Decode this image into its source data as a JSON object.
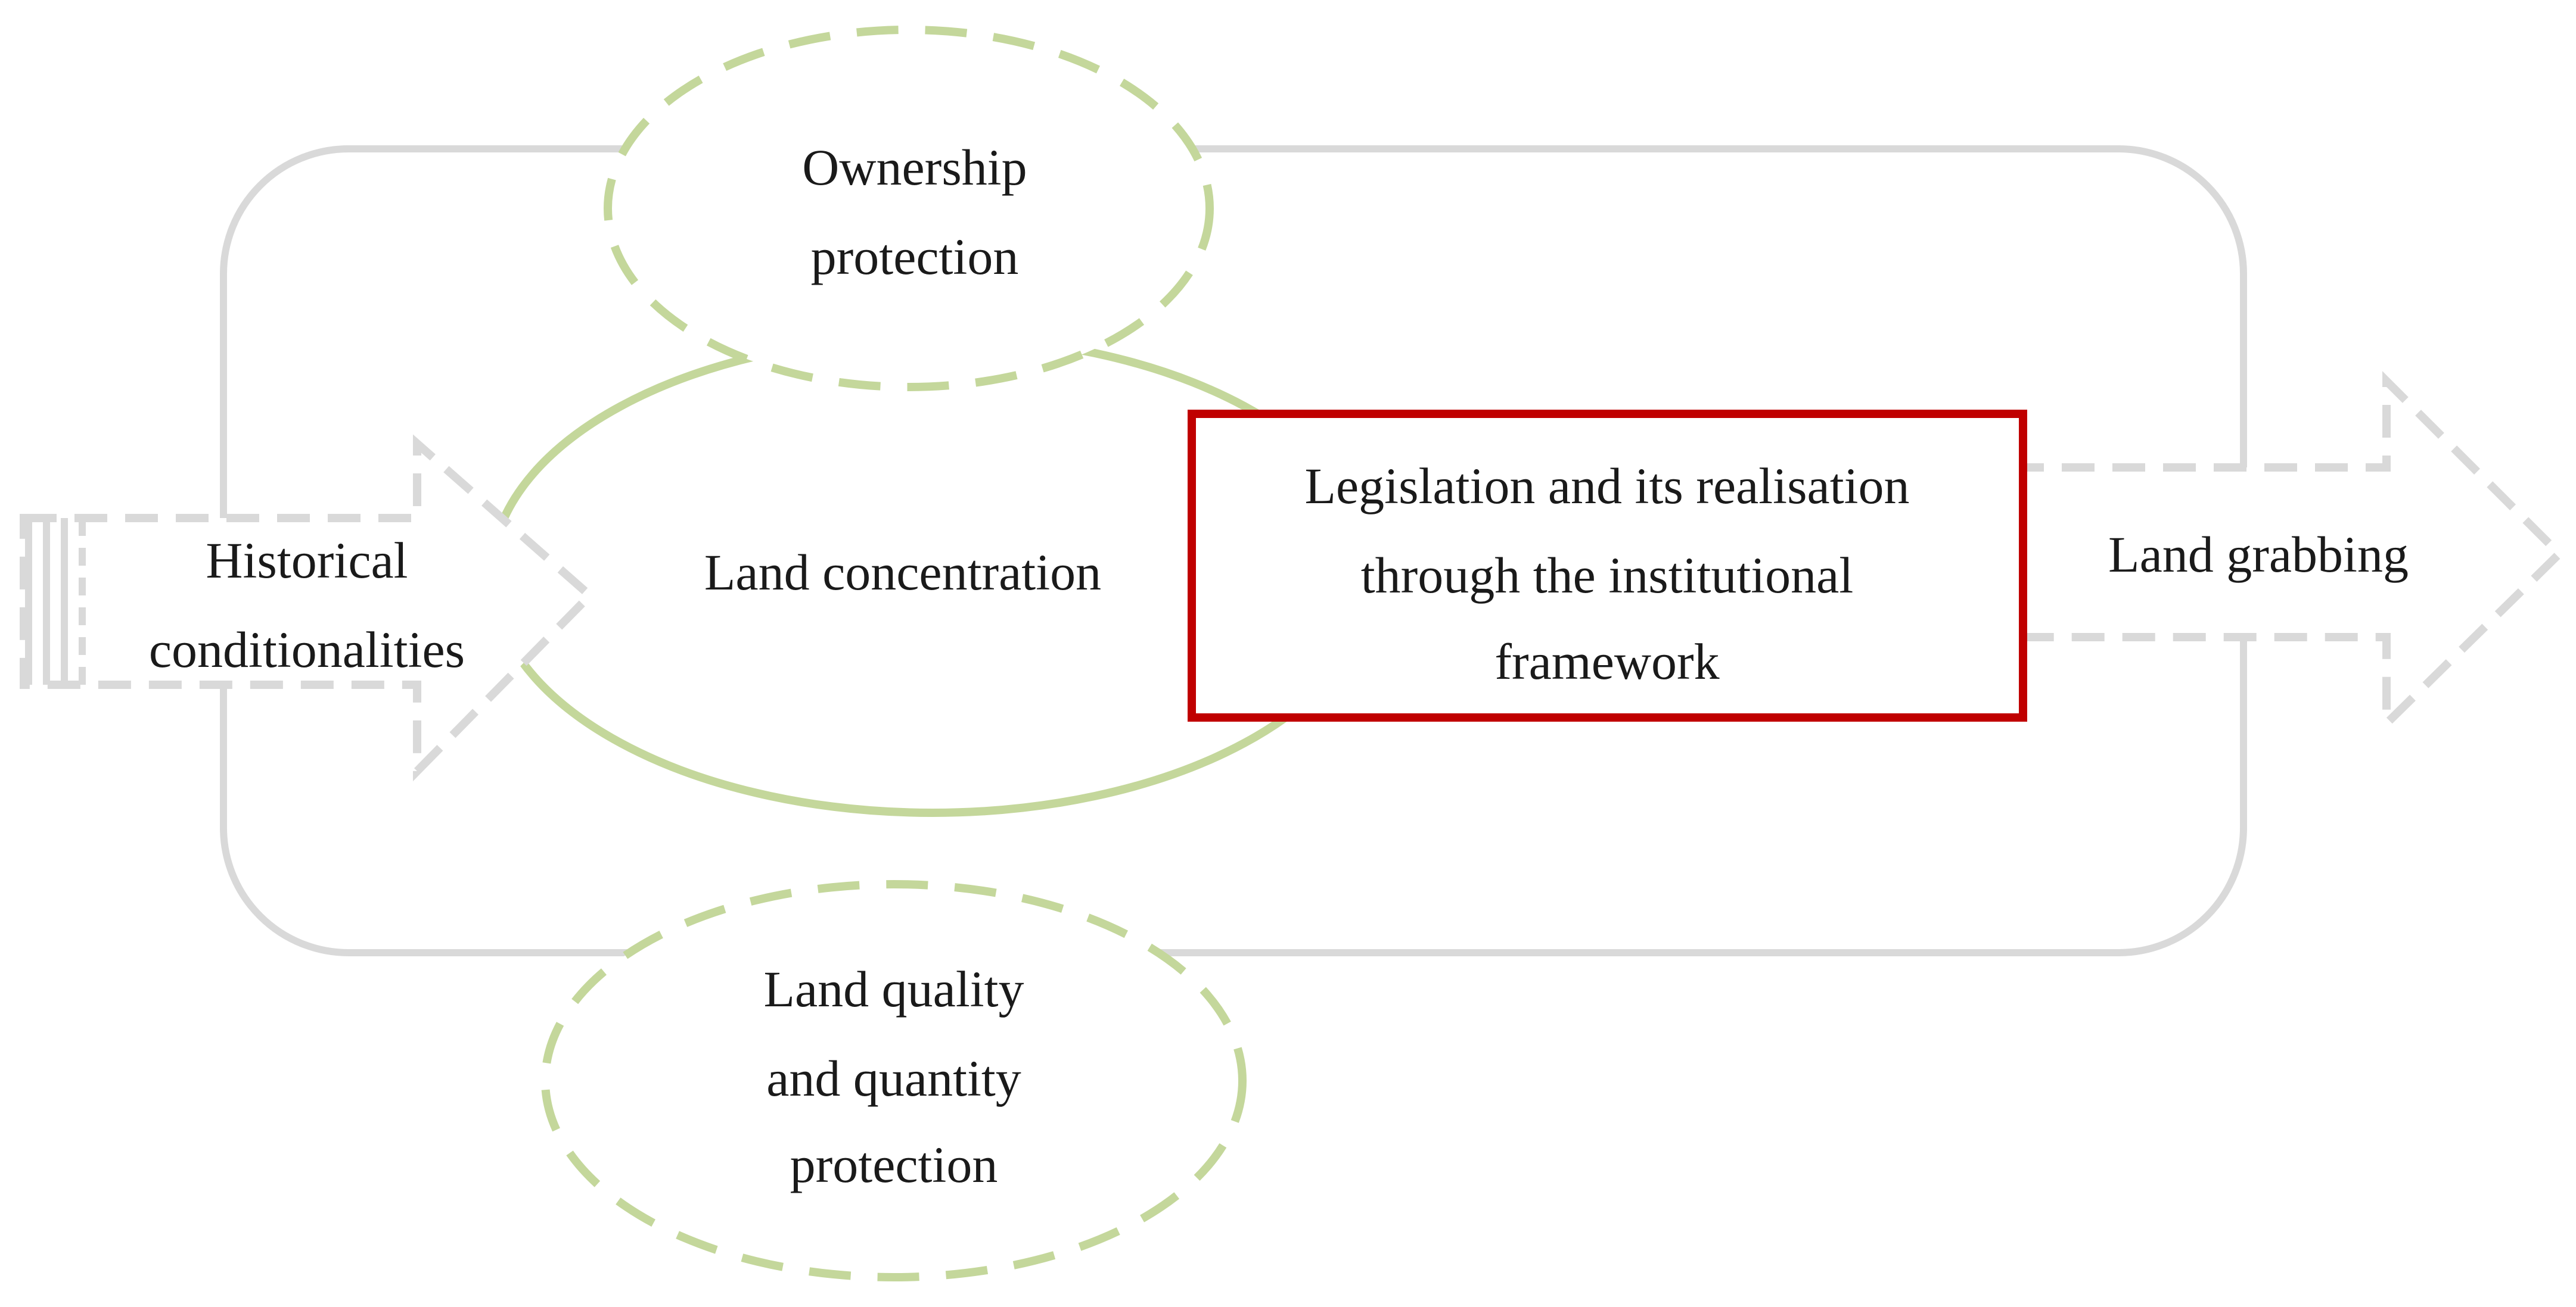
{
  "nodes": {
    "ownership": {
      "lines": [
        "Ownership",
        "protection"
      ]
    },
    "concentration": {
      "lines": [
        "Land concentration"
      ]
    },
    "legislation": {
      "lines": [
        "Legislation and its realisation",
        "through the institutional",
        "framework"
      ]
    },
    "historical": {
      "lines": [
        "Historical",
        "conditionalities"
      ]
    },
    "grabbing": {
      "lines": [
        "Land grabbing"
      ]
    },
    "quality": {
      "lines": [
        "Land quality",
        "and quantity",
        "protection"
      ]
    }
  },
  "colors": {
    "frame": "#d9d9d9",
    "green": "#c4d79b",
    "highlight": "#c00000",
    "arrow": "#d9d9d9",
    "text": "#1a1a1a"
  }
}
